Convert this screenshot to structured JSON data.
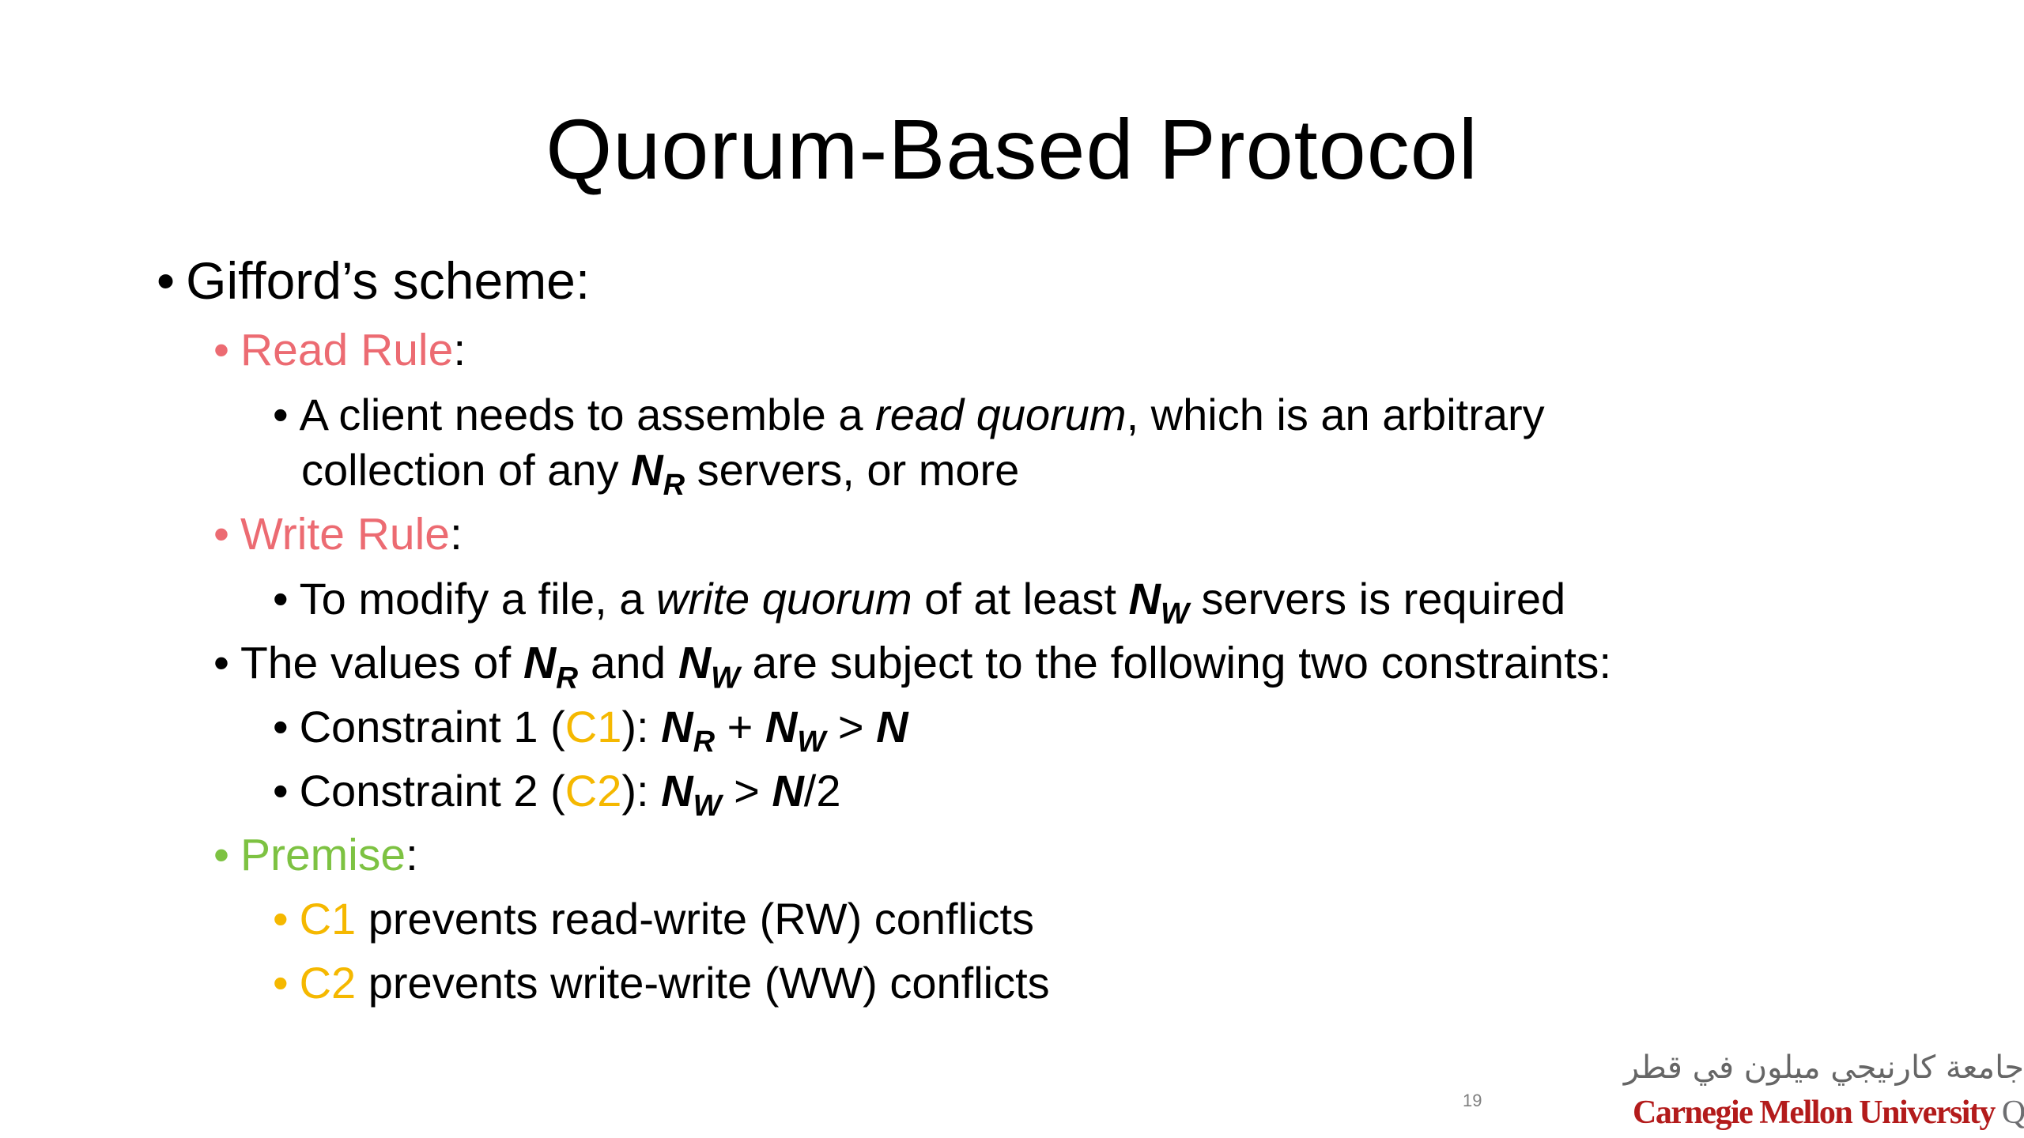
{
  "slide": {
    "title": "Quorum-Based Protocol",
    "bullet_glyph": "•",
    "gifford": "Gifford’s scheme:",
    "read_rule": {
      "label": "Read Rule",
      "colon": ":"
    },
    "read_detail": {
      "part1": "A client needs to assemble a ",
      "term": "read quorum",
      "part2": ", which is an arbitrary",
      "line2_prefix": "collection of any ",
      "var": "N",
      "sub": "R",
      "line2_suffix": " servers, or more"
    },
    "write_rule": {
      "label": "Write Rule",
      "colon": ":"
    },
    "write_detail": {
      "part1": "To modify a file, a ",
      "term": "write quorum",
      "part2": " of at least ",
      "var": "N",
      "sub": "W",
      "part3": " servers is required"
    },
    "values_line": {
      "part1": "The values of ",
      "var1": "N",
      "sub1": "R",
      "part2": " and ",
      "var2": "N",
      "sub2": "W",
      "part3": " are subject to the following two constraints:"
    },
    "constraint1": {
      "prefix": "Constraint 1 (",
      "code": "C1",
      "suffix": "): ",
      "a": "N",
      "a_sub": "R",
      "op1": " + ",
      "b": "N",
      "b_sub": "W",
      "op2": " > ",
      "c": "N"
    },
    "constraint2": {
      "prefix": "Constraint 2 (",
      "code": "C2",
      "suffix": "): ",
      "a": "N",
      "a_sub": "W",
      "op": " > ",
      "b": "N",
      "tail": "/2"
    },
    "premise": {
      "label": "Premise",
      "colon": ":"
    },
    "premise_items": [
      {
        "code": "C1",
        "text": " prevents read-write (RW) conflicts"
      },
      {
        "code": "C2",
        "text": " prevents write-write (WW) conflicts"
      }
    ],
    "page_number": "19",
    "logo": {
      "arabic": "جامعة كارنيجي ميلون في قطر",
      "english_main": "Carnegie Mellon University",
      "english_tail": " Qatar"
    }
  },
  "colors": {
    "rule_red": "#ec6b72",
    "premise_green": "#7dc242",
    "constraint_gold": "#f5b800",
    "logo_red": "#b31b1b"
  }
}
